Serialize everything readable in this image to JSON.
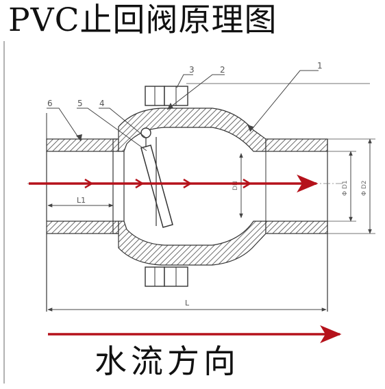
{
  "title": "PVC止回阀原理图",
  "caption": "水流方向",
  "part_numbers": [
    "1",
    "2",
    "3",
    "4",
    "5",
    "6"
  ],
  "dimensions": {
    "l1": "L1",
    "l": "L",
    "d1": "Φ D1",
    "d2": "Φ D2",
    "dn": "DN"
  },
  "colors": {
    "flow_arrow": "#b5121b",
    "hatch": "#444444",
    "line": "#333333"
  }
}
